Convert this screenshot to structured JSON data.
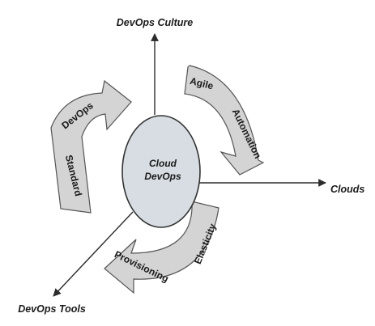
{
  "diagram": {
    "axes": {
      "top": "DevOps Culture",
      "right": "Clouds",
      "bottom_left": "DevOps Tools"
    },
    "center": {
      "line1": "Cloud",
      "line2": "DevOps"
    },
    "arrows": {
      "left": {
        "upper": "DevOps",
        "lower": "Standard"
      },
      "right": {
        "upper": "Agile",
        "lower": "Automation"
      },
      "bottom": {
        "upper": "Elasticity",
        "lower": "Provisioning"
      }
    },
    "colors": {
      "arrow_fill": "#d4d4d4",
      "ellipse_fill": "#d7dde2",
      "line": "#2b2b2b"
    }
  }
}
